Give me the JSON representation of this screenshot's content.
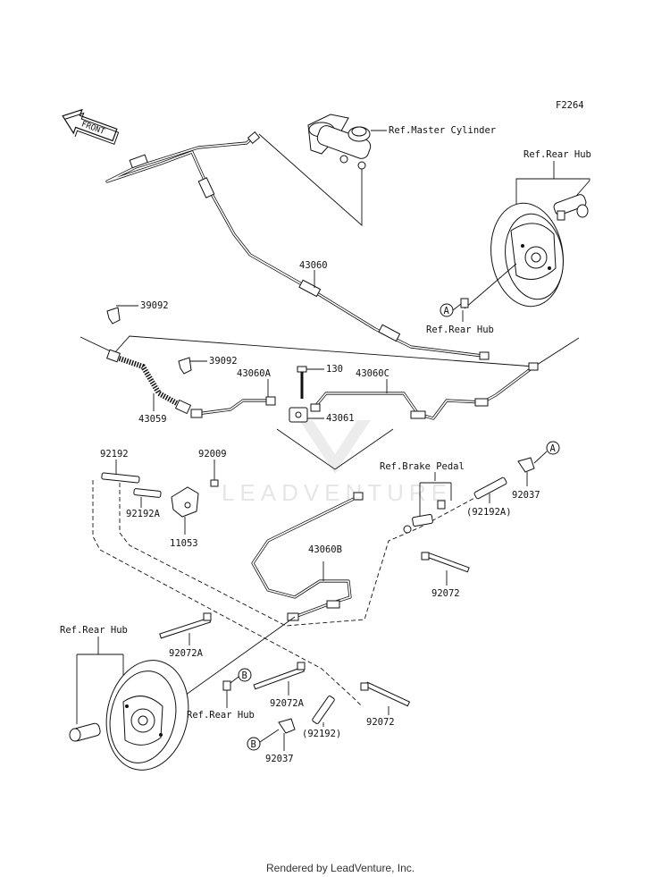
{
  "figure_code": "F2264",
  "front_arrow_label": "FRONT",
  "footer": "Rendered by LeadVenture, Inc.",
  "watermark": "LEADVENTURE",
  "callouts": {
    "ref_master_cylinder": "Ref.Master Cylinder",
    "ref_rear_hub_top": "Ref.Rear Hub",
    "ref_rear_hub_top_a": "Ref.Rear Hub",
    "p43060": "43060",
    "p39092_a": "39092",
    "p39092_b": "39092",
    "p43060a": "43060A",
    "p130": "130",
    "p43060c": "43060C",
    "p43059": "43059",
    "p43061": "43061",
    "p92192": "92192",
    "p92009": "92009",
    "p92192a": "92192A",
    "p11053": "11053",
    "ref_brake_pedal": "Ref.Brake Pedal",
    "p92037_top": "92037",
    "p92192a_paren": "(92192A)",
    "p43060b": "43060B",
    "p92072_right": "92072",
    "ref_rear_hub_left": "Ref.Rear Hub",
    "p92072a_left": "92072A",
    "ref_rear_hub_b": "Ref.Rear Hub",
    "p92072a_mid": "92072A",
    "p92192_paren": "(92192)",
    "p92072_bottom": "92072",
    "p92037_bottom": "92037"
  },
  "markers": {
    "a": "A",
    "b": "B"
  }
}
